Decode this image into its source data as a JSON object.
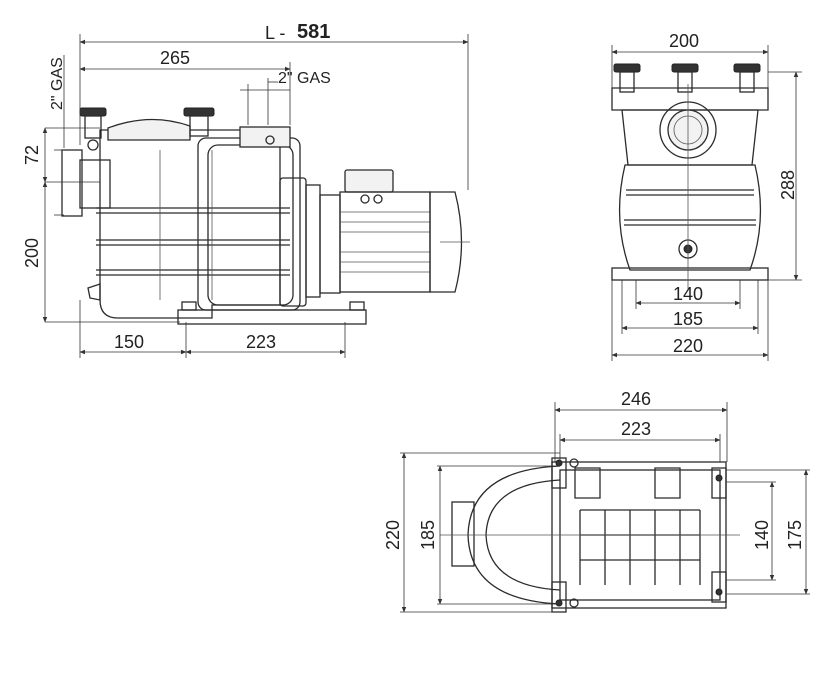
{
  "side_view": {
    "length_prefix": "L -",
    "length_value": "581",
    "dim_265": "265",
    "gas_top": "2\" GAS",
    "gas_left": "2\" GAS",
    "dim_72": "72",
    "dim_200": "200",
    "dim_150": "150",
    "dim_223": "223"
  },
  "front_view": {
    "dim_200": "200",
    "dim_288": "288",
    "dim_140": "140",
    "dim_185": "185",
    "dim_220": "220"
  },
  "top_view": {
    "dim_246": "246",
    "dim_223": "223",
    "dim_220": "220",
    "dim_185": "185",
    "dim_140": "140",
    "dim_175": "175"
  }
}
